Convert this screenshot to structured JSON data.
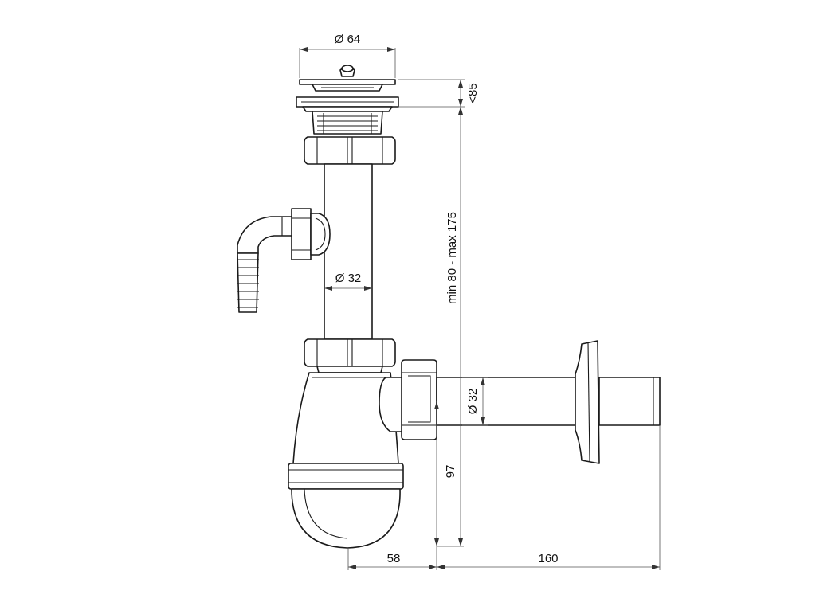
{
  "dimensions": {
    "flange_diameter": "Ø 64",
    "top_height": "<85",
    "adjust_range": "min 80 - max 175",
    "pipe_diameter": "Ø 32",
    "outlet_diameter": "Ø 32",
    "bottle_height": "97",
    "offset_width": "58",
    "outlet_length": "160"
  },
  "colors": {
    "stroke": "#1a1a1a",
    "dimension_line": "#555555",
    "background": "#ffffff"
  }
}
